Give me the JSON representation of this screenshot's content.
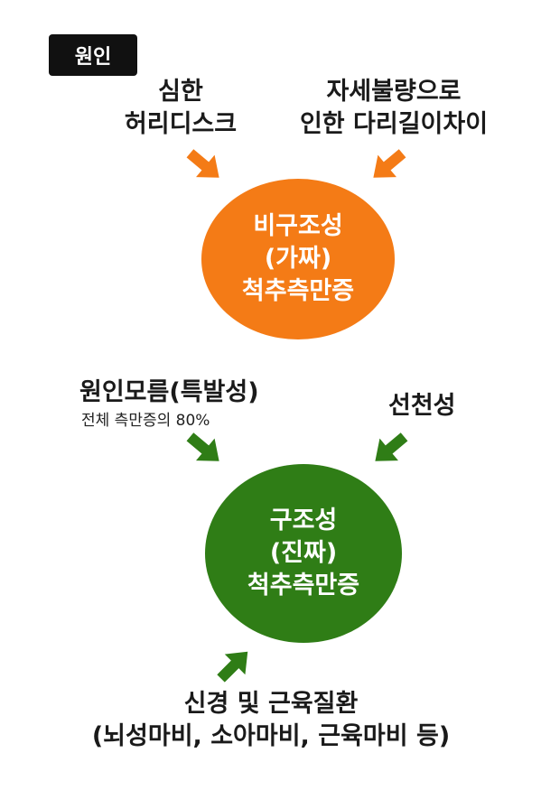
{
  "tag": "원인",
  "cause_herniated": [
    "심한",
    "허리디스크"
  ],
  "cause_leg": [
    "자세불량으로",
    "인한 다리길이차이"
  ],
  "nonstructural": {
    "lines": [
      "비구조성",
      "(가짜)",
      "척추측만증"
    ],
    "color": "#f47b16"
  },
  "idiopathic": {
    "title": "원인모름(특발성)",
    "note": "전체 측만증의 80%"
  },
  "congenital": "선천성",
  "structural": {
    "lines": [
      "구조성",
      "(진짜)",
      "척추측만증"
    ],
    "color": "#2f7d16"
  },
  "neuromuscular": [
    "신경 및 근육질환",
    "(뇌성마비, 소아마비, 근육마비 등)"
  ],
  "arrow_colors": {
    "orange": "#f47b16",
    "green": "#2f7d16"
  }
}
